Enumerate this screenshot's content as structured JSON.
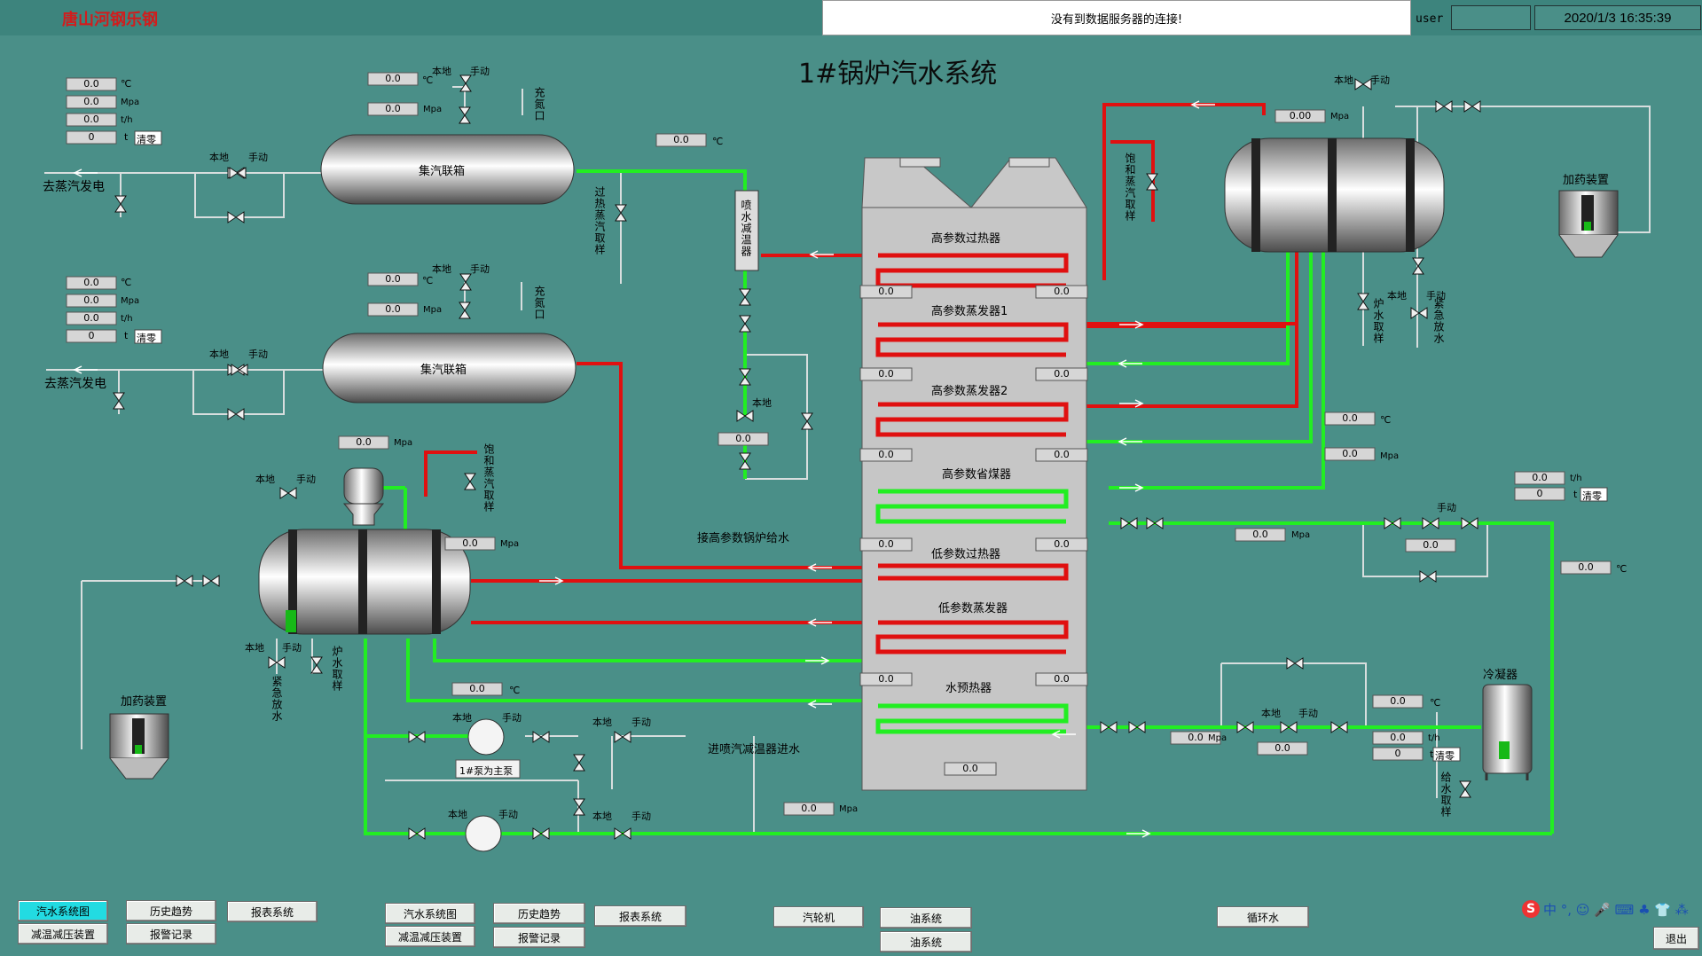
{
  "header": {
    "company": "唐山河钢乐钢",
    "notice": "没有到数据服务器的连接!",
    "user_label": "user",
    "datetime": "2020/1/3 16:35:39"
  },
  "title": "1#锅炉汽水系统",
  "colors": {
    "background": "#4a8f88",
    "hot_pipe": "#e01010",
    "water_pipe": "#22ee22",
    "grey_pipe": "#cfd6d6"
  },
  "icons": [
    "valve-icon",
    "pump-icon",
    "tank-icon",
    "dosing-device-icon",
    "arrow-icon",
    "warning-icon"
  ],
  "units": {
    "c": "℃",
    "mpa": "Mpa",
    "mpa_lower": "Mpa",
    "th": "t/h",
    "t": "t"
  },
  "labels": {
    "local": "本地",
    "manual": "手动",
    "reset": "清零",
    "go_steam_gen": "去蒸汽发电",
    "header_box": "集汽联箱",
    "fill_nitrogen": "充氮口",
    "superheated_sample": "过热蒸汽取样",
    "desuperheater": "喷水减温器",
    "sat_steam_sample": "饱和蒸汽取样",
    "sat_steam_sample2": "饱和蒸汽取样",
    "boiler_water_sample": "炉水取样",
    "emergency_drain": "紧急放水",
    "boiler_water_sample2": "炉水取样",
    "emergency_drain2": "紧急放水",
    "dosing": "加药装置",
    "dosing2": "加药装置",
    "condenser": "冷凝器",
    "feed_sample": "给水取样",
    "pump_main": "1#泵为主泵",
    "hp_feed": "接高参数锅炉给水",
    "desuper_inlet": "进喷汽减温器进水",
    "hp_superheater": "高参数过热器",
    "hp_evap1": "高参数蒸发器1",
    "hp_evap2": "高参数蒸发器2",
    "hp_economizer": "高参数省煤器",
    "lp_superheater": "低参数过热器",
    "lp_evap": "低参数蒸发器",
    "water_preheater": "水预热器"
  },
  "readings": {
    "top_temp": "0.0",
    "top_press": "0.0",
    "top_flow": "0.0",
    "top_total": "0",
    "mid_temp": "0.0",
    "mid_press": "0.0",
    "mid_flow": "0.0",
    "mid_total": "0",
    "hdr1_temp": "0.0",
    "hdr1_press": "0.0",
    "hdr2_temp": "0.0",
    "hdr2_press": "0.0",
    "sh_temp": "0.0",
    "lpdrum_press": "0.0",
    "lpdrum_press2": "0.0",
    "desup_val": "0.0",
    "hpdrum_press": "0.00",
    "r_temp": "0.0",
    "r_press": "0.0",
    "r_flow": "0.0",
    "r_total": "0",
    "econ_press": "0.0",
    "econ_val": "0.0",
    "far_temp": "0.0",
    "cond_temp": "0.0",
    "cond_flow": "0.0",
    "cond_total": "0",
    "cond_press": "0.0",
    "cond_val": "0.0",
    "green_temp": "0.0",
    "feed_press": "0.0",
    "b1l": "0.0",
    "b1r": "0.0",
    "b2l": "0.0",
    "b2r": "0.0",
    "b3l": "0.0",
    "b3r": "0.0",
    "b4l": "0.0",
    "b4r": "0.0",
    "b5l": "0.0",
    "b5r": "0.0",
    "bbot": "0.0"
  },
  "nav": {
    "g1": [
      "汽水系统图",
      "历史趋势",
      "报表系统",
      "减温减压装置",
      "报警记录"
    ],
    "g2": [
      "汽水系统图",
      "历史趋势",
      "报表系统",
      "减温减压装置",
      "报警记录"
    ],
    "g3": [
      "汽轮机",
      "油系统",
      "油系统",
      "循环水"
    ],
    "exit": "退出"
  },
  "ime": {
    "logo": "S",
    "text": "中 °, ☺ 🎤 ⌨ ♣ 👕 ⁂"
  }
}
